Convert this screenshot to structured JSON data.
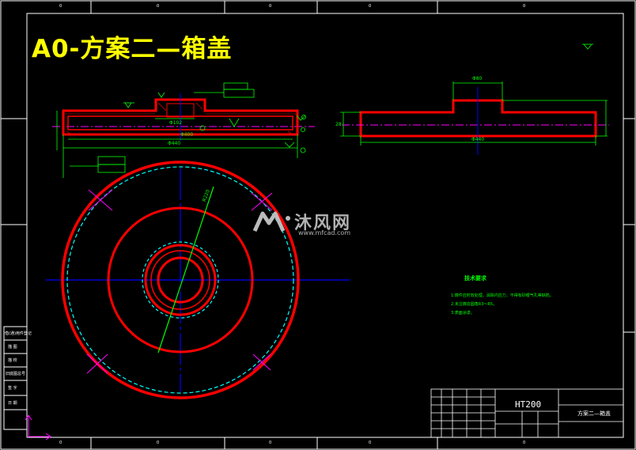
{
  "drawing": {
    "title": "A0-方案二—箱盖",
    "material": "HT200",
    "drawing_name": "方案二—箱盖"
  },
  "technical_requirements": {
    "heading": "技术要求",
    "items": [
      "1.铸件应时效处理，消除内应力，不得有砂眼气孔等缺陷。",
      "2.未注铸造圆角R3～R5。",
      "3.表面涂漆。"
    ]
  },
  "border_zones": {
    "top": [
      "0",
      "0",
      "0",
      "0",
      "0"
    ],
    "bottom": [
      "0",
      "0",
      "0",
      "0",
      "0"
    ]
  },
  "side_table": {
    "rows": [
      "借(通)用件登记",
      "描 图",
      "描 校",
      "旧底图总号",
      "签 字",
      "日 期"
    ]
  },
  "dimensions": {
    "front_width": "Φ440",
    "front_inner": "Φ400",
    "front_hub": "Φ102",
    "right_top": "Φ80",
    "right_bottom": "Φ440",
    "right_height": "28",
    "radius": "R220"
  },
  "watermark": {
    "text": "沐风网",
    "url": "www.mfcad.com"
  },
  "colors": {
    "outline": "#ff0000",
    "dimension": "#00ff00",
    "centerline": "#0000ff",
    "hidden": "#00ffff",
    "frame": "#ffffff",
    "title": "#ffff00",
    "mark": "#ff00ff"
  }
}
